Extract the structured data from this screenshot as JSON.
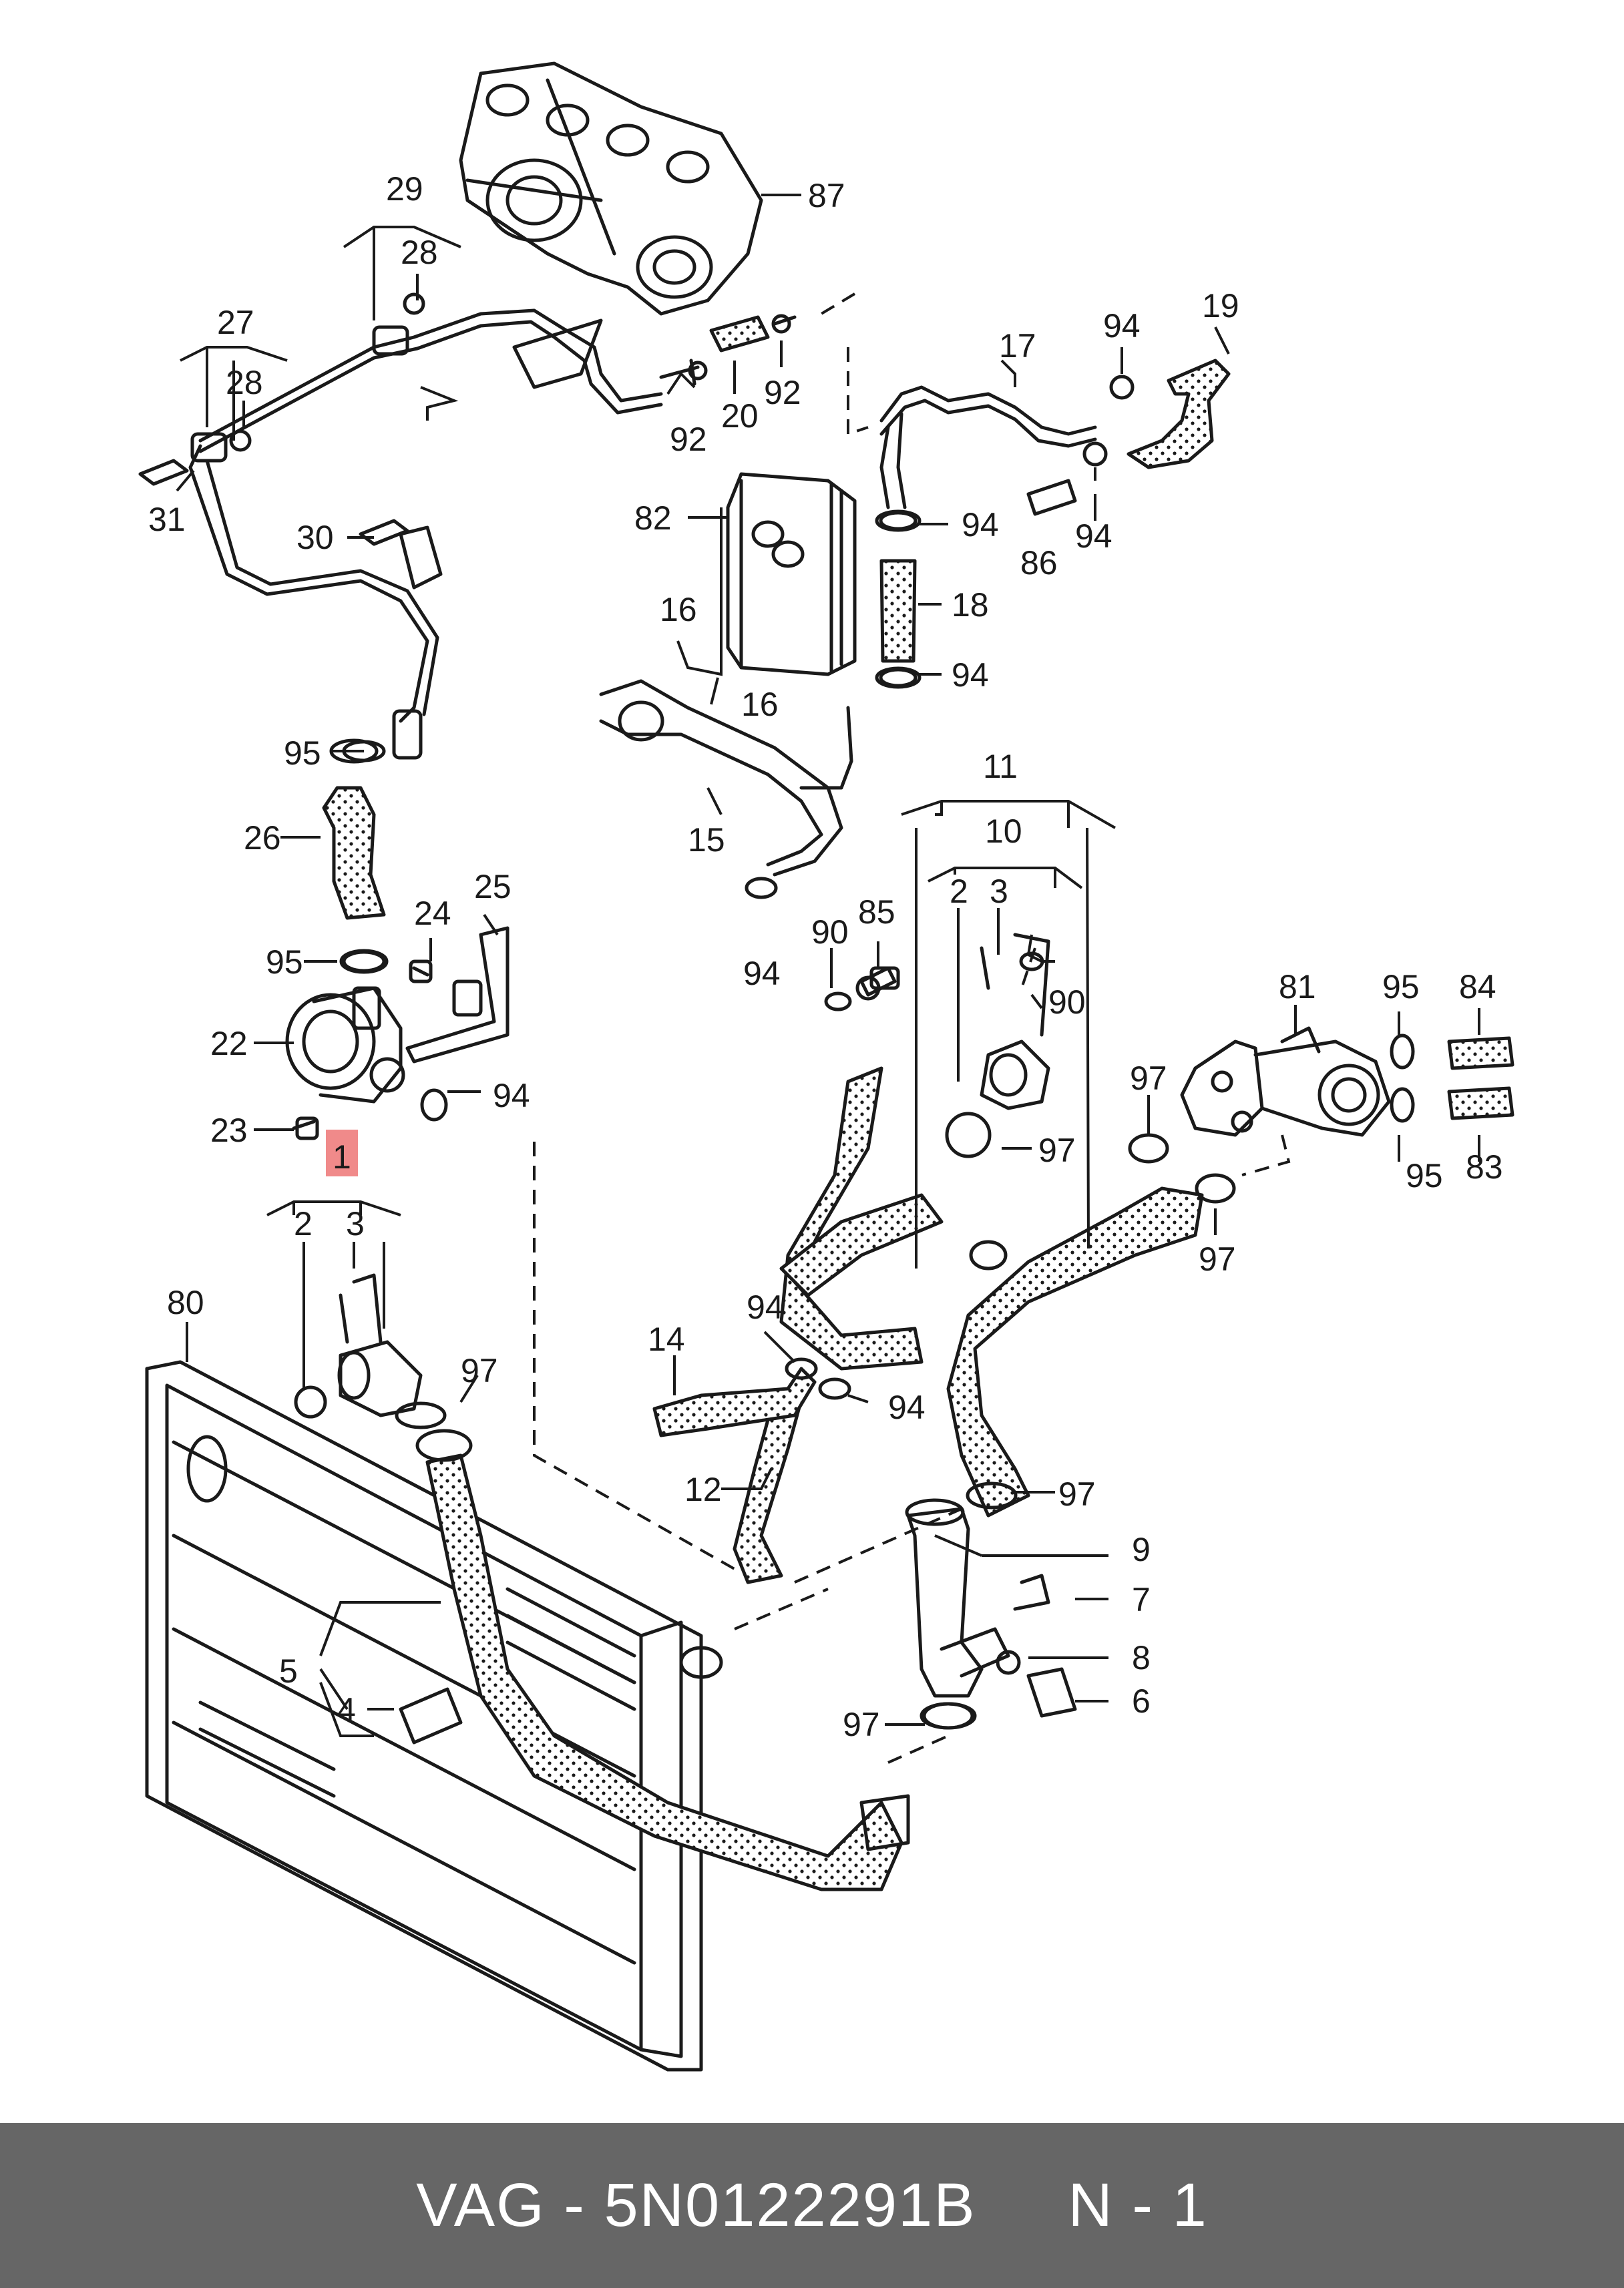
{
  "diagram": {
    "highlight_color": "#f08a8a",
    "highlighted_part": "1",
    "callouts": {
      "p87": "87",
      "p29": "29",
      "p28a": "28",
      "p27": "27",
      "p28b": "28",
      "p31": "31",
      "p30": "30",
      "p92a": "92",
      "p20": "20",
      "p92b": "92",
      "p17": "17",
      "p94a": "94",
      "p19": "19",
      "p82": "82",
      "p94b": "94",
      "p86": "86",
      "p94c": "94",
      "p16a": "16",
      "p18": "18",
      "p16b": "16",
      "p94d": "94",
      "p95a": "95",
      "p15": "15",
      "p11": "11",
      "p26": "26",
      "p10": "10",
      "p25": "25",
      "p2a": "2",
      "p3a": "3",
      "p90a": "90",
      "p85": "85",
      "p24": "24",
      "p95b": "95",
      "p94e": "94",
      "p90b": "90",
      "p81": "81",
      "p95c": "95",
      "p84": "84",
      "p22": "22",
      "p94f": "94",
      "p97a": "97",
      "p97b": "97",
      "p23": "23",
      "p1": "1",
      "p95d": "95",
      "p83": "83",
      "p97c": "97",
      "p2b": "2",
      "p3b": "3",
      "p80": "80",
      "p97d": "97",
      "p94g": "94",
      "p14": "14",
      "p94h": "94",
      "p12": "12",
      "p97e": "97",
      "p9": "9",
      "p7": "7",
      "p5": "5",
      "p8": "8",
      "p4": "4",
      "p6": "6",
      "p97f": "97"
    }
  },
  "footer": {
    "text": "VAG - 5N0122291B     N - 1",
    "background": "#666666",
    "text_color": "#ffffff"
  }
}
